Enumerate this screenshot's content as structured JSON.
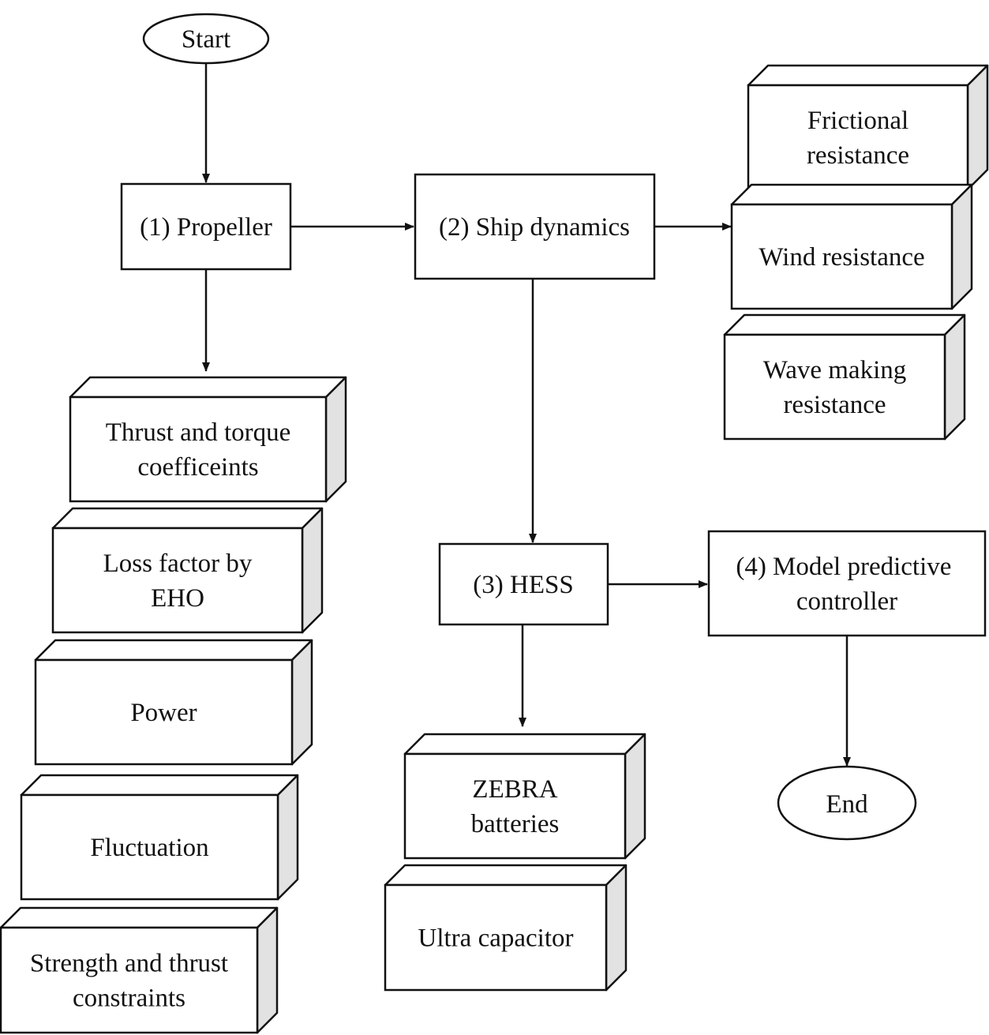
{
  "start": "Start",
  "end": "End",
  "steps": {
    "propeller": "(1) Propeller",
    "ship": "(2) Ship dynamics",
    "hess": "(3) HESS",
    "mpc": [
      "(4) Model predictive",
      "controller"
    ]
  },
  "propeller_items": {
    "thrust": [
      "Thrust and torque",
      "coefficeints"
    ],
    "loss": [
      "Loss factor by",
      "EHO"
    ],
    "power": [
      "Power"
    ],
    "fluct": [
      "Fluctuation"
    ],
    "strength": [
      "Strength and thrust",
      "constraints"
    ]
  },
  "resistance_items": {
    "friction": [
      "Frictional",
      "resistance"
    ],
    "wind": [
      "Wind resistance"
    ],
    "wave": [
      "Wave making",
      "resistance"
    ]
  },
  "hess_items": {
    "zebra": [
      "ZEBRA",
      "batteries"
    ],
    "ultra": [
      "Ultra capacitor"
    ]
  }
}
